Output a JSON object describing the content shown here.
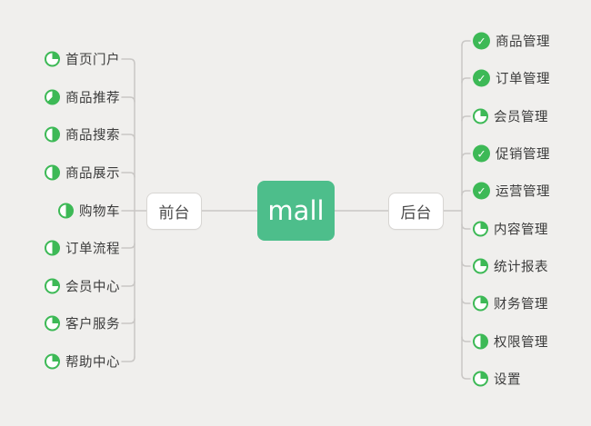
{
  "root": {
    "label": "mall"
  },
  "colors": {
    "background": "#F0EFED",
    "central_green": "#4DBE8B",
    "icon_green": "#3DB956",
    "line": "#C9C7C5",
    "node_border": "#D8D6D3",
    "item_text": "#3C3C3C",
    "branch_text": "#4A4A4A"
  },
  "icons": {
    "done_glyph": "✓"
  },
  "left_branch": {
    "label": "前台",
    "items": [
      {
        "label": "首页门户",
        "progress": 25
      },
      {
        "label": "商品推荐",
        "progress": 62.5
      },
      {
        "label": "商品搜索",
        "progress": 50
      },
      {
        "label": "商品展示",
        "progress": 50
      },
      {
        "label": "购物车",
        "progress": 50
      },
      {
        "label": "订单流程",
        "progress": 50
      },
      {
        "label": "会员中心",
        "progress": 25
      },
      {
        "label": "客户服务",
        "progress": 25
      },
      {
        "label": "帮助中心",
        "progress": 25
      }
    ]
  },
  "right_branch": {
    "label": "后台",
    "items": [
      {
        "label": "商品管理",
        "progress": "done"
      },
      {
        "label": "订单管理",
        "progress": "done"
      },
      {
        "label": "会员管理",
        "progress": 25
      },
      {
        "label": "促销管理",
        "progress": "done"
      },
      {
        "label": "运营管理",
        "progress": "done"
      },
      {
        "label": "内容管理",
        "progress": 25
      },
      {
        "label": "统计报表",
        "progress": 25
      },
      {
        "label": "财务管理",
        "progress": 25
      },
      {
        "label": "权限管理",
        "progress": 50
      },
      {
        "label": "设置",
        "progress": 25
      }
    ]
  }
}
